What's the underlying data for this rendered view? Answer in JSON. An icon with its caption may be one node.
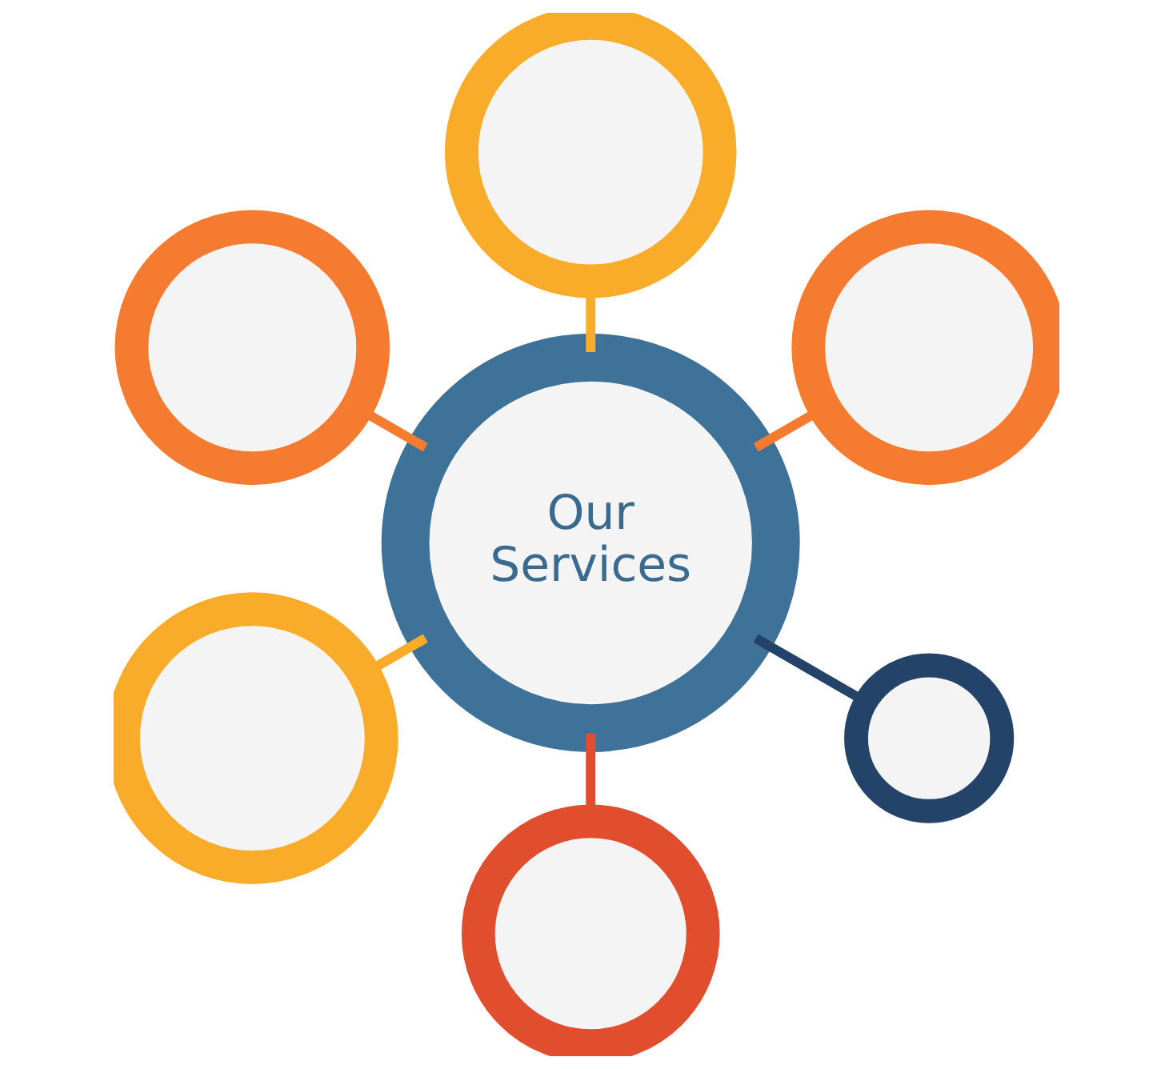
{
  "diagram": {
    "nodes": [
      {
        "text": [
          "Our Services"
        ]
      },
      {
        "text": [],
        "shape": "circle"
      },
      {
        "text": [],
        "shape": "circle"
      },
      {
        "text": [],
        "shape": "circle"
      },
      {
        "text": [],
        "shape": "circle"
      },
      {
        "text": [],
        "shape": "circle"
      },
      {
        "text": [],
        "shape": "circle"
      }
    ],
    "edges": [
      {
        "from": 0,
        "to": 1,
        "arrow": "none",
        "color": "#f47b30"
      },
      {
        "from": 0,
        "to": 2,
        "arrow": "none",
        "color": "#f9ac2a"
      },
      {
        "from": 0,
        "to": 3,
        "arrow": "none",
        "color": "#f47b30"
      },
      {
        "from": 0,
        "to": 4,
        "arrow": "none",
        "color": "#f9ac2a"
      },
      {
        "from": 0,
        "to": 5,
        "arrow": "none",
        "color": "#e04e2e"
      },
      {
        "from": 0,
        "to": 6,
        "arrow": "none",
        "color": "#234468"
      }
    ]
  }
}
